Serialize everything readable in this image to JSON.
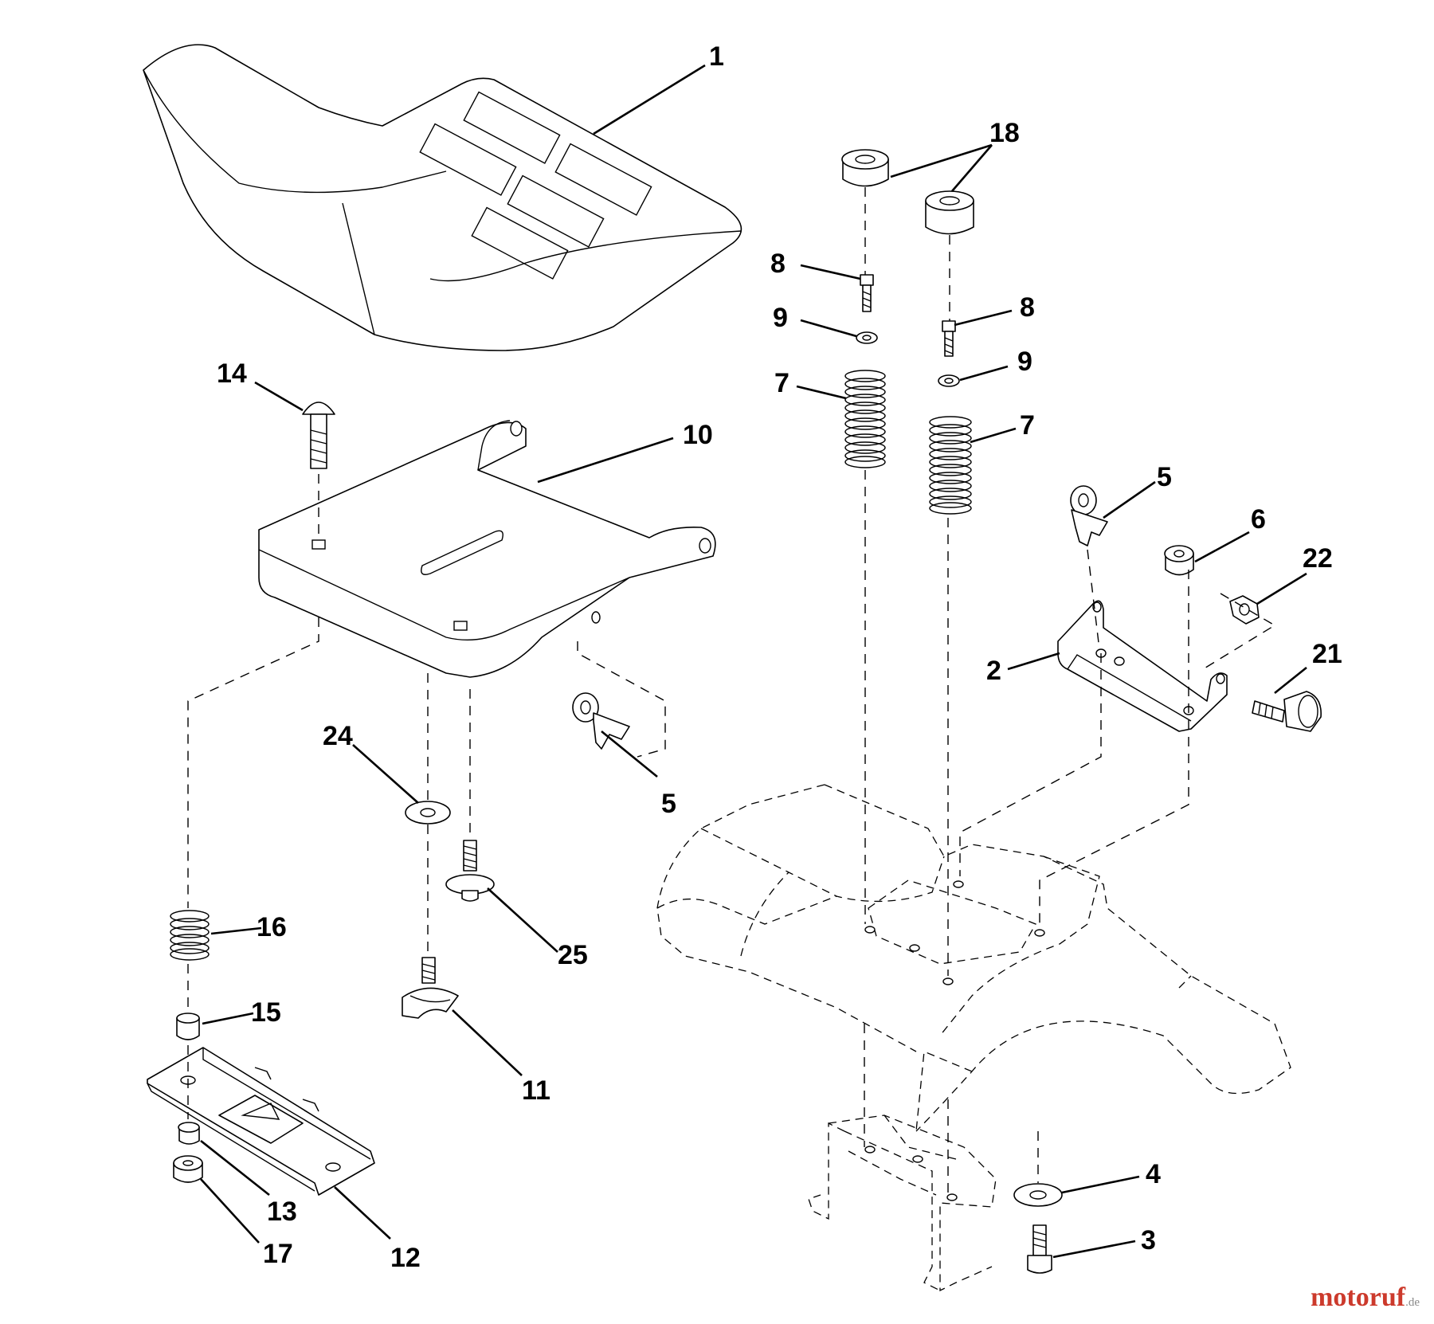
{
  "diagram": {
    "callouts": [
      "1",
      "18",
      "8",
      "9",
      "7",
      "8",
      "9",
      "7",
      "14",
      "10",
      "5",
      "6",
      "22",
      "2",
      "21",
      "24",
      "5",
      "16",
      "25",
      "15",
      "11",
      "13",
      "17",
      "12",
      "4",
      "3"
    ]
  },
  "watermark": {
    "main": "motoruf",
    "suffix": ".de"
  },
  "colors": {
    "watermark_main": "#cc3a2c",
    "watermark_suffix": "#8a8a8a"
  }
}
